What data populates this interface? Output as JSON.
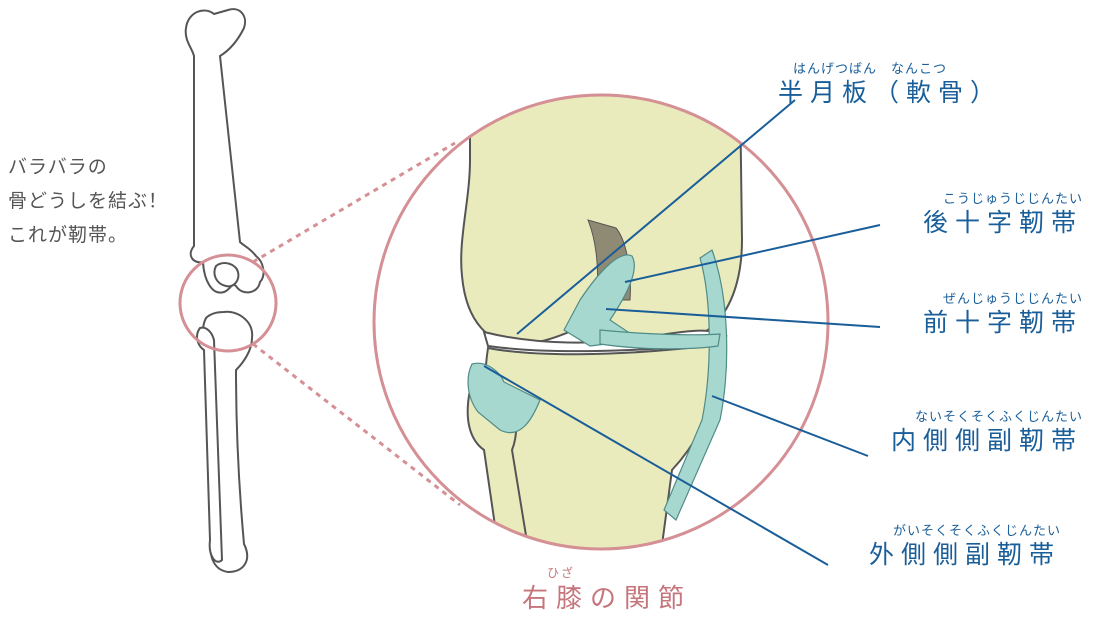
{
  "note_lines": [
    "バラバラの",
    "骨どうしを結ぶ！",
    "これが靭帯。"
  ],
  "labels": [
    {
      "id": "meniscus",
      "reading": "はんげつばん　なんこつ",
      "term": "半月板（軟骨）"
    },
    {
      "id": "pcl",
      "reading": "こうじゅうじじんたい",
      "term": "後十字靭帯"
    },
    {
      "id": "acl",
      "reading": "ぜんじゅうじじんたい",
      "term": "前十字靭帯"
    },
    {
      "id": "mcl",
      "reading": "ないそくそくふくじんたい",
      "term": "内側側副靭帯"
    },
    {
      "id": "lcl",
      "reading": "がいそくそくふくじんたい",
      "term": "外側側副靭帯"
    }
  ],
  "caption": {
    "reading": "ひざ",
    "title": "右膝の関節"
  },
  "colors": {
    "label": "#1a5e99",
    "circle": "#d49094",
    "caption": "#c5757b",
    "bone": "#eaebbd",
    "ligament": "#a6d8d0",
    "outline": "#555555"
  }
}
